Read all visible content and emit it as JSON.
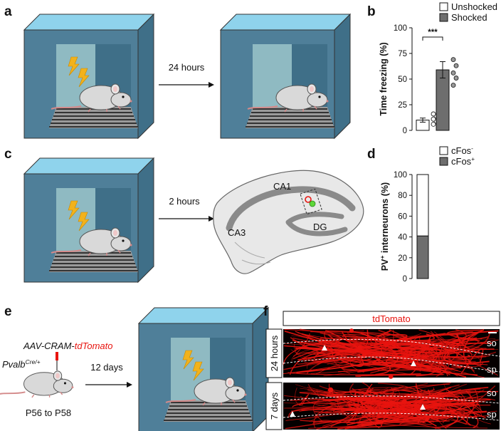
{
  "panels": {
    "a": "a",
    "b": "b",
    "c": "c",
    "d": "d",
    "e": "e",
    "f": "f"
  },
  "panel_a": {
    "arrow_label": "24 hours"
  },
  "panel_c": {
    "arrow_label": "2 hours",
    "regions": {
      "ca1": "CA1",
      "ca3": "CA3",
      "dg": "DG"
    }
  },
  "panel_e": {
    "genotype": "Pvalb",
    "genotype_sup": "Cre/+",
    "virus_prefix": "AAV-CRAM-",
    "virus_reporter": "tdTomato",
    "age": "P56 to P58",
    "arrow_label": "12 days"
  },
  "panel_f": {
    "header": "tdTomato",
    "rows": [
      {
        "time": "24 hours",
        "layer_top": "so",
        "layer_bottom": "sp"
      },
      {
        "time": "7 days",
        "layer_top": "so",
        "layer_bottom": "sp"
      }
    ]
  },
  "colors": {
    "box_front": "#4f7f99",
    "box_top": "#8fd3ec",
    "box_inside": "#8fbac2",
    "bolt": "#f2b21c",
    "bar_gray": "#6e6e6e",
    "tdtomato": "#e8140f",
    "fos_green": "#5fd63a"
  },
  "chart_data": [
    {
      "panel": "b",
      "type": "bar",
      "ylabel": "Time freezing (%)",
      "ylim": [
        0,
        100
      ],
      "yticks": [
        0,
        25,
        50,
        75,
        100
      ],
      "legend": [
        "Unshocked",
        "Shocked"
      ],
      "legend_placement": "top-right",
      "significance": "***",
      "series": [
        {
          "name": "Unshocked",
          "value": 10,
          "error": 2,
          "points": [
            6,
            9,
            11,
            14,
            16
          ]
        },
        {
          "name": "Shocked",
          "value": 59,
          "error": 8,
          "points": [
            44,
            51,
            56,
            63,
            69
          ]
        }
      ]
    },
    {
      "panel": "d",
      "type": "bar",
      "stacked": true,
      "ylabel": "PV",
      "ylabel_sup": "+",
      "ylabel_rest": " interneurons (%)",
      "ylim": [
        0,
        100
      ],
      "yticks": [
        0,
        20,
        40,
        60,
        80,
        100
      ],
      "legend": [
        {
          "base": "cFos",
          "sup": "-"
        },
        {
          "base": "cFos",
          "sup": "+"
        }
      ],
      "legend_placement": "top-right",
      "series": [
        {
          "name": "cFos+",
          "value": 41
        },
        {
          "name": "cFos-",
          "value": 59
        }
      ]
    }
  ]
}
